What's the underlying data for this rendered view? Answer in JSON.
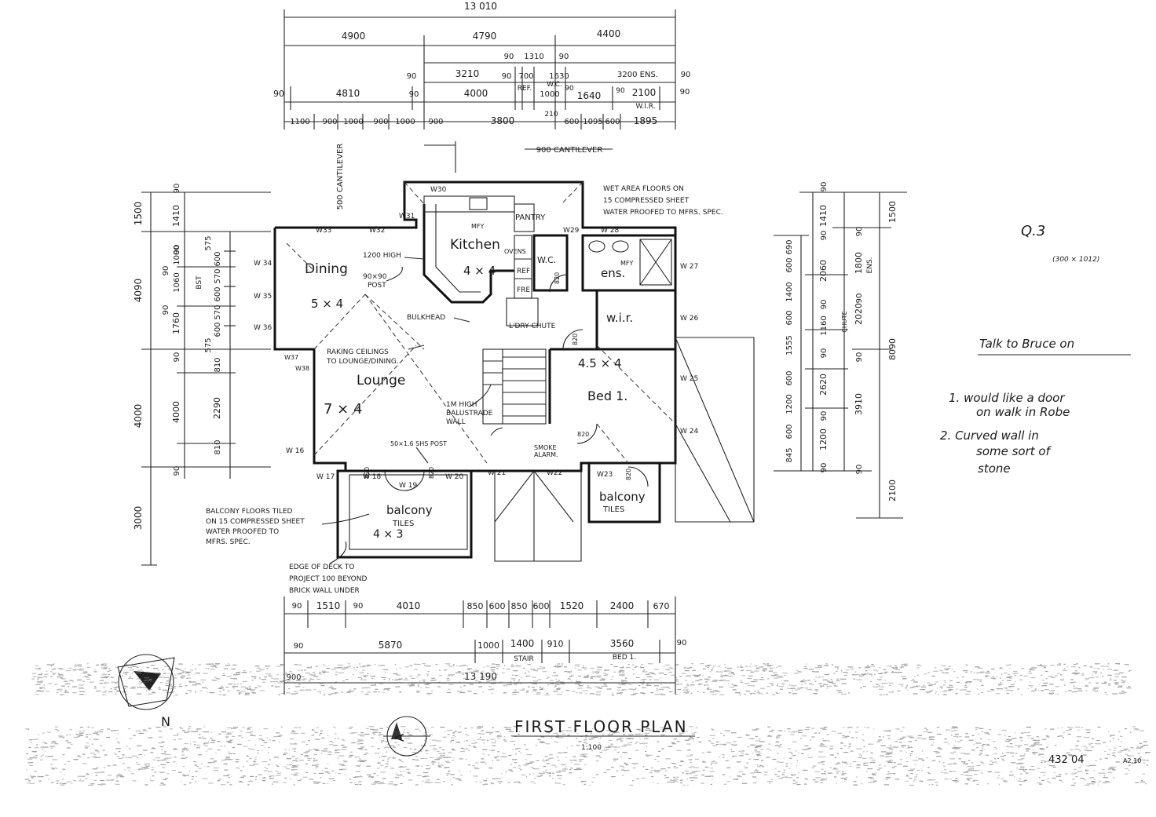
{
  "plan": {
    "title": "FIRST FLOOR PLAN",
    "scale": "1:100",
    "sheet": "432 04",
    "page_mark": "A2.10",
    "north_label": "N",
    "section_marker": "A",
    "top_dims": {
      "row0": [
        "13 010"
      ],
      "row1": [
        "4900",
        "4790",
        "4400"
      ],
      "row2": [
        "90",
        "1310",
        "90"
      ],
      "row3": [
        "90",
        "3210",
        "90",
        "700",
        "1630",
        "3200 ENS.",
        "90"
      ],
      "row4": [
        "90",
        "4810",
        "90",
        "4000",
        "REF.",
        "1000",
        "W.C.",
        "90",
        "1640",
        "90",
        "2100",
        "90"
      ],
      "wir_note": "W.I.R.",
      "row5": [
        "1100",
        "900",
        "1000",
        "900",
        "1000",
        "900",
        "3800",
        "210",
        "600",
        "1095",
        "600",
        "1895"
      ],
      "cantilever_note": "900 CANTILEVER",
      "cantilever_side": "500 CANTILEVER"
    },
    "bottom_dims": {
      "row1": [
        "90",
        "1510",
        "90",
        "4010",
        "850",
        "600",
        "850",
        "600",
        "1520",
        "2400",
        "670"
      ],
      "row2": [
        "90",
        "5870",
        "1000",
        "1400",
        "910",
        "3560",
        "90"
      ],
      "row2_notes": [
        "STAIR",
        "BED 1."
      ],
      "row3": [
        "900",
        "13 190"
      ]
    },
    "left_dims": {
      "outer": [
        "1500",
        "4090",
        "4000",
        "3000"
      ],
      "mid": [
        "90",
        "1410",
        "90",
        "1000",
        "90",
        "1060",
        "90",
        "1760",
        "90",
        "4000",
        "90"
      ],
      "inner": [
        "575",
        "600",
        "570",
        "600",
        "570",
        "600",
        "575",
        "810",
        "2290",
        "810"
      ],
      "note": "BST"
    },
    "right_dims": {
      "col1": [
        "845",
        "600",
        "1200",
        "600",
        "1555",
        "600",
        "1400",
        "600",
        "690"
      ],
      "col2": [
        "90",
        "1410",
        "90",
        "2060",
        "90",
        "1160",
        "90",
        "2620",
        "90",
        "1200",
        "90"
      ],
      "col3": [
        "90",
        "1800",
        "ENS.",
        "90",
        "2020",
        "90",
        "3910",
        "90"
      ],
      "col4": [
        "1500",
        "8090",
        "2100"
      ],
      "chute": "CHUTE"
    },
    "rooms": {
      "kitchen": "Kitchen",
      "kitchen_size": "4 × 4",
      "dining": "Dining",
      "dining_size": "5 × 4",
      "lounge": "Lounge",
      "lounge_size": "7 × 4",
      "bed1": "Bed 1.",
      "bed1_size": "4.5 × 4",
      "ens": "ens.",
      "wir": "w.i.r.",
      "wc": "W.C.",
      "pantry": "PANTRY",
      "ovens": "OVENS",
      "ref": "REF",
      "fre": "FRE",
      "mfy": "MFY",
      "lory_chute": "L'DRY CHUTE",
      "balcony1": "balcony",
      "balcony1_tiles": "TILES",
      "balcony1_size": "4 × 3",
      "balcony2": "balcony",
      "balcony2_tiles": "TILES"
    },
    "notes": {
      "wet_area": [
        "WET AREA FLOORS ON",
        "15 COMPRESSED SHEET",
        "WATER PROOFED TO MFRS. SPEC."
      ],
      "hob": "1200 HIGH",
      "post": [
        "90×90",
        "POST"
      ],
      "bulkhead": "BULKHEAD",
      "raking": [
        "RAKING CEILINGS",
        "TO LOUNGE/DINING."
      ],
      "balustrade": [
        "1M HIGH",
        "BALUSTRADE",
        "WALL"
      ],
      "shs_post": "50×1.6 SHS POST",
      "smoke": [
        "SMOKE",
        "ALARM."
      ],
      "balcony_floors": [
        "BALCONY FLOORS TILED",
        "ON 15 COMPRESSED SHEET",
        "WATER PROOFED TO",
        "MFRS. SPEC."
      ],
      "deck_edge": [
        "EDGE OF DECK TO",
        "PROJECT 100 BEYOND",
        "BRICK WALL UNDER"
      ],
      "door_820": "820"
    },
    "windows": [
      "W30",
      "W31",
      "W33",
      "W32",
      "W29",
      "W 28",
      "W 34",
      "W 35",
      "W 36",
      "W 27",
      "W 26",
      "W 25",
      "W 24",
      "W37",
      "W38",
      "W 16",
      "W 17",
      "W 18",
      "W 19",
      "W 20",
      "W 21",
      "W22",
      "W23"
    ],
    "handwritten": {
      "code": "Q.3",
      "code_sub": "(300 × 1012)",
      "heading": "Talk to Bruce on",
      "item1_a": "1. would like a door",
      "item1_b": "on walk in Robe",
      "item2_a": "2. Curved wall in",
      "item2_b": "some sort of",
      "item2_c": "stone"
    }
  }
}
